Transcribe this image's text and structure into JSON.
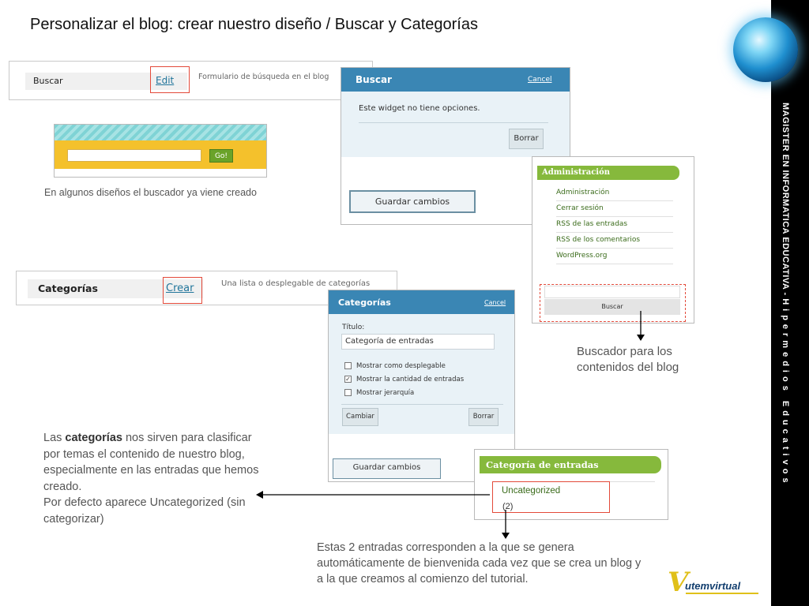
{
  "title": "Personalizar el blog: crear nuestro diseño / Buscar y Categorías",
  "side_text": {
    "main": "MAGISTER EN INFORMATICA EDUCATIVA  -  ",
    "sub": "Hipermedios Educativos"
  },
  "buscar_widget": {
    "label": "Buscar",
    "edit_link": "Edit",
    "description": "Formulario de búsqueda en el blog"
  },
  "theme_search": {
    "button": "Go!",
    "caption": "En algunos diseños el buscador ya viene creado"
  },
  "buscar_panel": {
    "title": "Buscar",
    "cancel": "Cancel",
    "message": "Este widget no tiene opciones.",
    "delete_button": "Borrar",
    "save_button": "Guardar cambios"
  },
  "admin_sidebar": {
    "title": "Administración",
    "links": [
      "Administración",
      "Cerrar sesión",
      "RSS de las entradas",
      "RSS de los comentarios",
      "WordPress.org"
    ],
    "search_button": "Buscar",
    "caption": "Buscador para los contenidos del blog"
  },
  "categorias_widget": {
    "label": "Categorías",
    "create_link": "Crear",
    "description": "Una lista o desplegable de categorías"
  },
  "categorias_panel": {
    "title": "Categorías",
    "cancel": "Cancel",
    "title_label": "Título:",
    "title_value": "Categoría de entradas",
    "options": [
      {
        "label": "Mostrar como desplegable",
        "checked": false
      },
      {
        "label": "Mostrar la cantidad de entradas",
        "checked": true
      },
      {
        "label": "Mostrar jerarquía",
        "checked": false
      }
    ],
    "change_button": "Cambiar",
    "delete_button": "Borrar",
    "save_button": "Guardar cambios"
  },
  "categorias_result": {
    "title": "Categoría de entradas",
    "item": "Uncategorized",
    "count": "(2)"
  },
  "explanation": {
    "lead": "Las ",
    "bold": "categorías",
    "rest": " nos sirven para clasificar por temas el contenido de nuestro blog, especialmente en las entradas que hemos creado.",
    "line2": "Por defecto aparece Uncategorized (sin categorizar)"
  },
  "bottom_note": "Estas 2 entradas corresponden a la que se genera automáticamente de bienvenida cada vez que se crea un blog y a la que creamos al comienzo del tutorial.",
  "logo": {
    "v": "V",
    "text": "utemvirtual"
  },
  "colors": {
    "accent_blue": "#3a86b4",
    "accent_green": "#86b93c",
    "highlight_red": "#e34a3a",
    "theme_yellow": "#f4c12c"
  }
}
